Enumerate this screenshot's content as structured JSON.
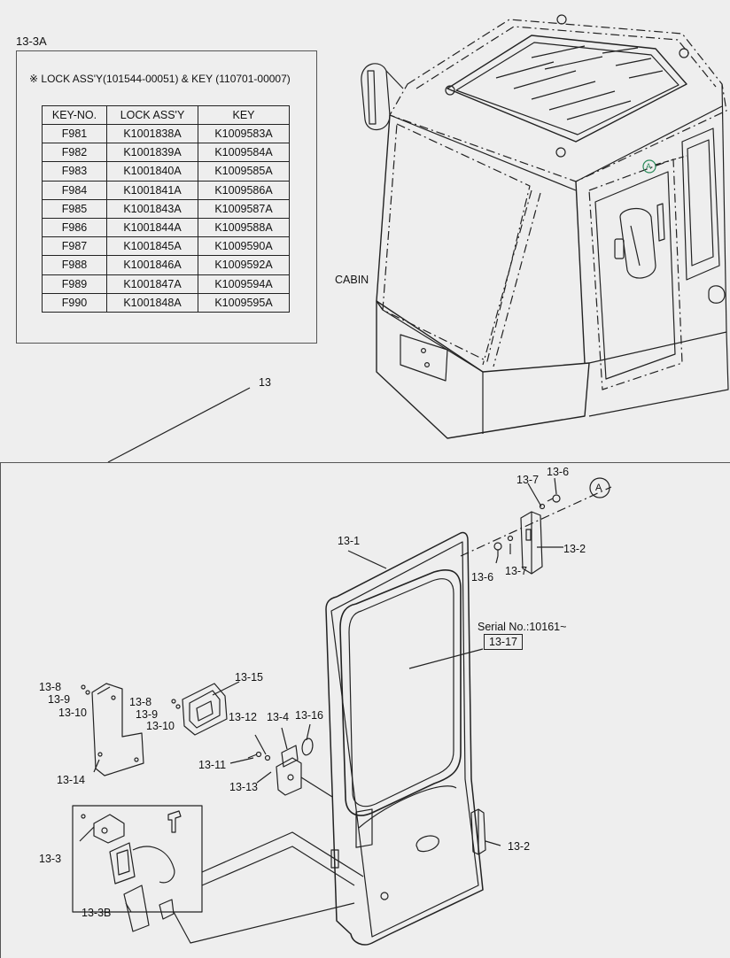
{
  "panel": {
    "tag": "13-3A",
    "note": "※ LOCK ASS'Y(101544-00051) & KEY (110701-00007)",
    "headers": [
      "KEY-NO.",
      "LOCK ASS'Y",
      "KEY"
    ],
    "rows": [
      [
        "F981",
        "K1001838A",
        "K1009583A"
      ],
      [
        "F982",
        "K1001839A",
        "K1009584A"
      ],
      [
        "F983",
        "K1001840A",
        "K1009585A"
      ],
      [
        "F984",
        "K1001841A",
        "K1009586A"
      ],
      [
        "F985",
        "K1001843A",
        "K1009587A"
      ],
      [
        "F986",
        "K1001844A",
        "K1009588A"
      ],
      [
        "F987",
        "K1001845A",
        "K1009590A"
      ],
      [
        "F988",
        "K1001846A",
        "K1009592A"
      ],
      [
        "F989",
        "K1001847A",
        "K1009594A"
      ],
      [
        "F990",
        "K1001848A",
        "K1009595A"
      ]
    ]
  },
  "labels": {
    "cabin": "CABIN",
    "main": "13",
    "door": "13-1",
    "hinge_top": "13-2",
    "hinge_bottom": "13-2",
    "lock": "13-3",
    "lock_sub": "13-3B",
    "latch": "13-4",
    "bolt_top": "13-6",
    "bolt_mid": "13-6",
    "washer_top": "13-7",
    "washer_mid": "13-7",
    "screw_l": "13-8",
    "washer_l": "13-9",
    "nut_l": "13-10",
    "screw_m": "13-8",
    "washer_m": "13-9",
    "nut_m": "13-10",
    "bolt_latch": "13-11",
    "spacer_latch": "13-12",
    "nut_latch": "13-13",
    "cover": "13-14",
    "handle": "13-15",
    "striker": "13-16",
    "glass": "13-17",
    "serial": "Serial No.:10161~",
    "ref_a_small": "A",
    "ref_a": "A"
  }
}
